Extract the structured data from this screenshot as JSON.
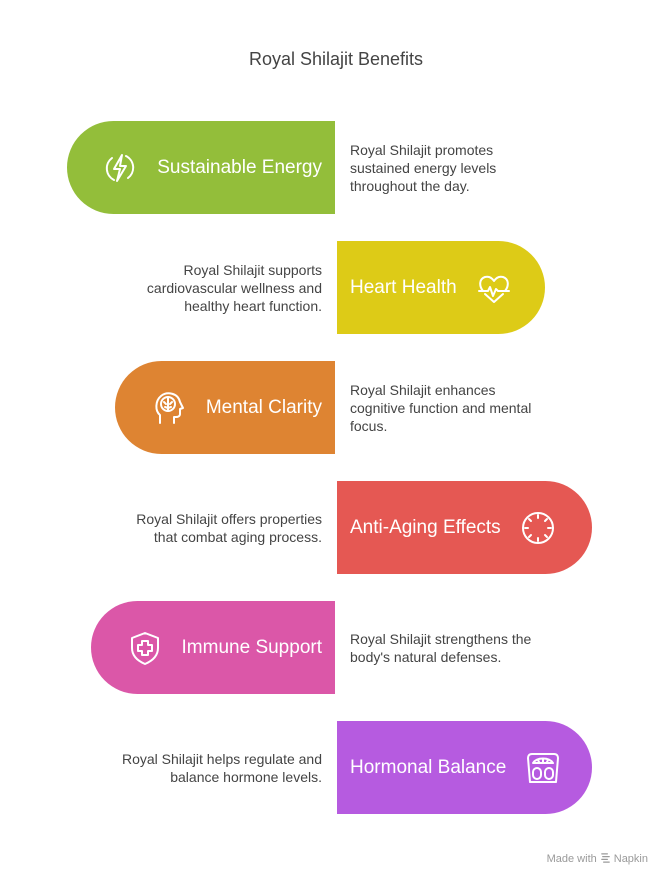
{
  "title": "Royal Shilajit Benefits",
  "colors": {
    "energy": "#93BE3A",
    "heart": "#DDCB17",
    "mental": "#DE8432",
    "aging": "#E55853",
    "immune": "#DB57A8",
    "hormonal": "#B65BE0"
  },
  "benefits": [
    {
      "label": "Sustainable Energy",
      "icon": "lightning-icon",
      "description": "Royal Shilajit promotes sustained energy levels throughout the day.",
      "lines": [
        "Royal Shilajit promotes",
        "sustained energy levels",
        "throughout the day."
      ]
    },
    {
      "label": "Heart Health",
      "icon": "heartbeat-icon",
      "description": "Royal Shilajit supports cardiovascular wellness and healthy heart function.",
      "lines": [
        "Royal Shilajit supports",
        "cardiovascular wellness and",
        "healthy heart function."
      ]
    },
    {
      "label": "Mental Clarity",
      "icon": "head-brain-icon",
      "description": "Royal Shilajit enhances cognitive function and mental focus.",
      "lines": [
        "Royal Shilajit enhances",
        "cognitive function and mental",
        "focus."
      ]
    },
    {
      "label": "Anti-Aging Effects",
      "icon": "clock-dial-icon",
      "description": "Royal Shilajit offers properties that combat aging process.",
      "lines": [
        "Royal Shilajit offers properties",
        "that combat aging process."
      ]
    },
    {
      "label": "Immune Support",
      "icon": "shield-cross-icon",
      "description": "Royal Shilajit strengthens the body's natural defenses.",
      "lines": [
        "Royal Shilajit strengthens the",
        "body's natural defenses."
      ]
    },
    {
      "label": "Hormonal Balance",
      "icon": "scale-icon",
      "description": "Royal Shilajit helps regulate and balance hormone levels.",
      "lines": [
        "Royal Shilajit helps regulate and",
        "balance hormone levels."
      ]
    }
  ],
  "footer": {
    "made_with": "Made with",
    "brand": "Napkin"
  }
}
